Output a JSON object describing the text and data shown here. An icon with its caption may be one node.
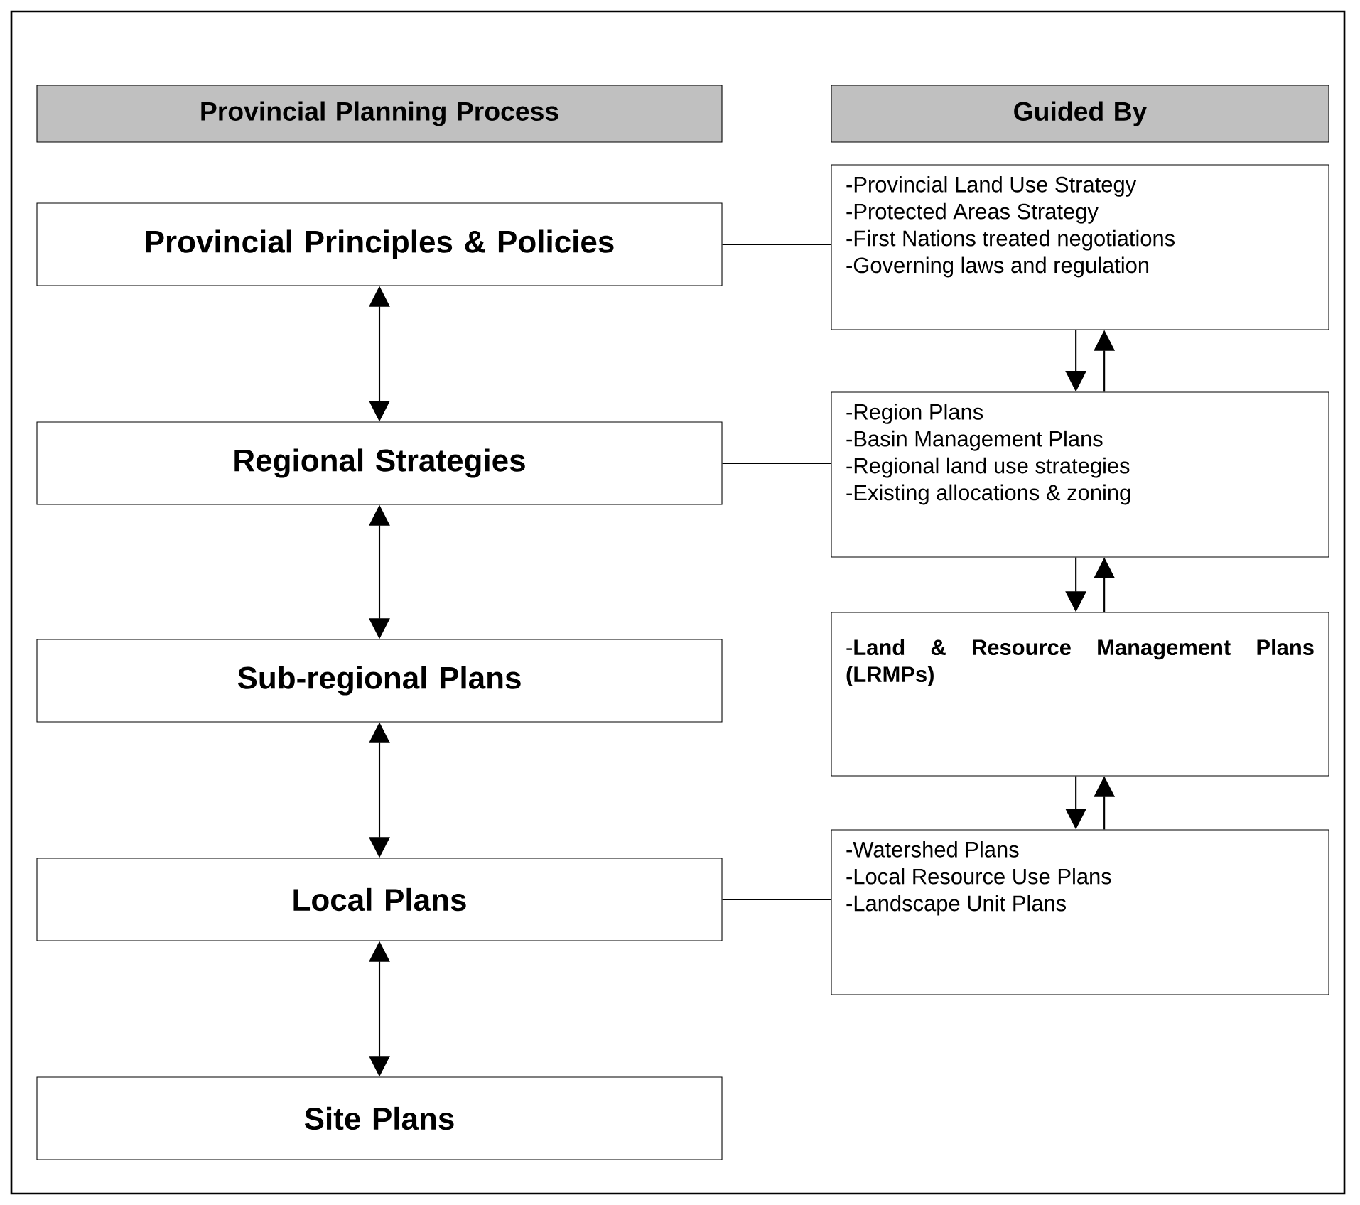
{
  "diagram": {
    "nodes": [
      {
        "text": [
          "Provincial Planning Process"
        ]
      },
      {
        "text": [
          "Guided By"
        ]
      },
      {
        "text": [
          "Provincial Principles & Policies"
        ]
      },
      {
        "text": [
          "-Provincial Land Use Strategy",
          "-Protected Areas Strategy",
          "-First Nations treated negotiations",
          "-Governing laws and regulation"
        ]
      },
      {
        "text": [
          "Regional Strategies"
        ]
      },
      {
        "text": [
          "-Region Plans",
          "-Basin Management Plans",
          "-Regional land use strategies",
          "-Existing allocations & zoning"
        ]
      },
      {
        "text": [
          "Sub-regional Plans"
        ]
      },
      {
        "text": [
          "-**Land & Resource Management Plans (LRMPs)**"
        ]
      },
      {
        "text": [
          "Local Plans"
        ]
      },
      {
        "text": [
          "-Watershed Plans",
          "-Local Resource Use Plans",
          "-Landscape Unit Plans"
        ]
      },
      {
        "text": [
          "Site Plans"
        ]
      }
    ],
    "edges": [
      {
        "from": 2,
        "to": 4,
        "arrow": "both"
      },
      {
        "from": 4,
        "to": 6,
        "arrow": "both"
      },
      {
        "from": 6,
        "to": 8,
        "arrow": "both"
      },
      {
        "from": 8,
        "to": 10,
        "arrow": "both"
      },
      {
        "from": 2,
        "to": 3,
        "arrow": "none"
      },
      {
        "from": 4,
        "to": 5,
        "arrow": "none"
      },
      {
        "from": 8,
        "to": 9,
        "arrow": "none"
      },
      {
        "from": 3,
        "to": 5,
        "arrow": "to"
      },
      {
        "from": 5,
        "to": 3,
        "arrow": "to"
      },
      {
        "from": 5,
        "to": 7,
        "arrow": "to"
      },
      {
        "from": 7,
        "to": 5,
        "arrow": "to"
      },
      {
        "from": 7,
        "to": 9,
        "arrow": "to"
      },
      {
        "from": 9,
        "to": 7,
        "arrow": "to"
      }
    ]
  }
}
